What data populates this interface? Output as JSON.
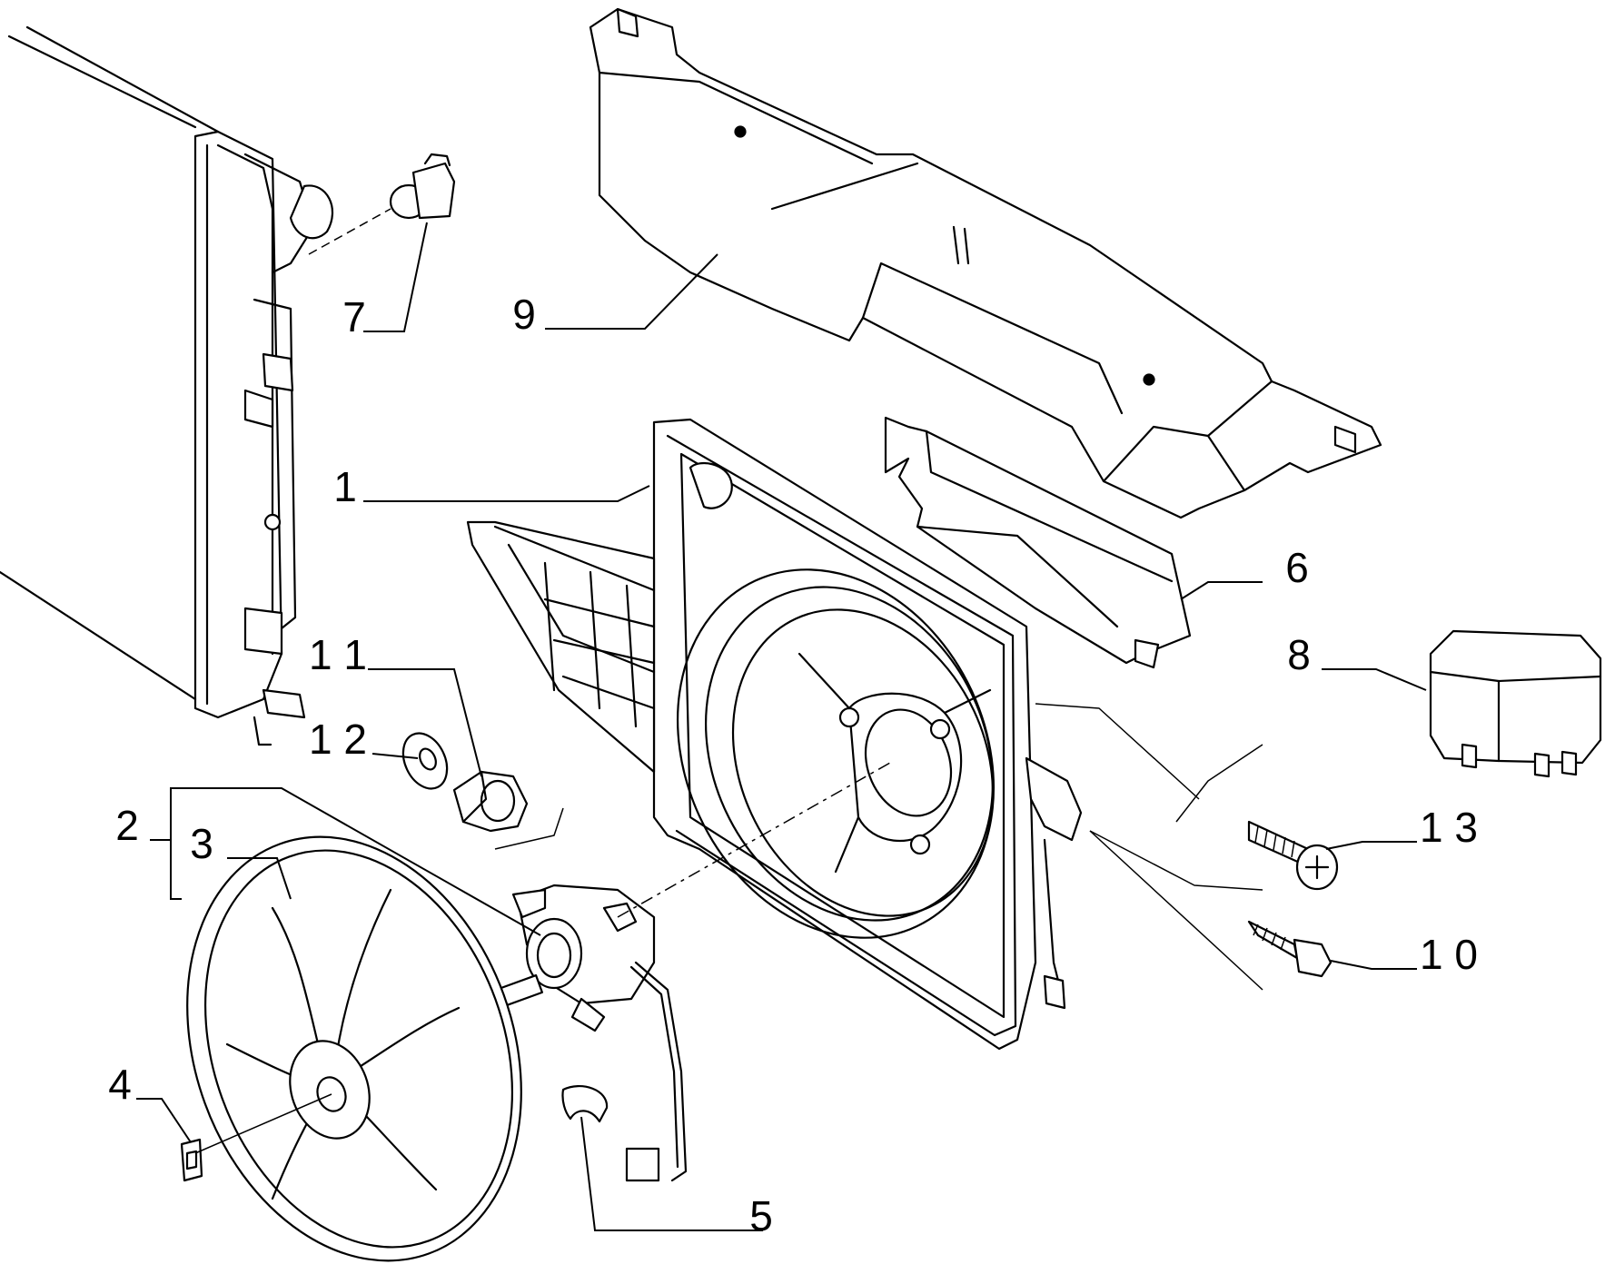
{
  "callouts": {
    "c1": "1",
    "c2": "2",
    "c3": "3",
    "c4": "4",
    "c5": "5",
    "c6": "6",
    "c7": "7",
    "c8": "8",
    "c9": "9",
    "c10": "1 0",
    "c11": "1 1",
    "c12": "1 2",
    "c13": "1 3"
  }
}
